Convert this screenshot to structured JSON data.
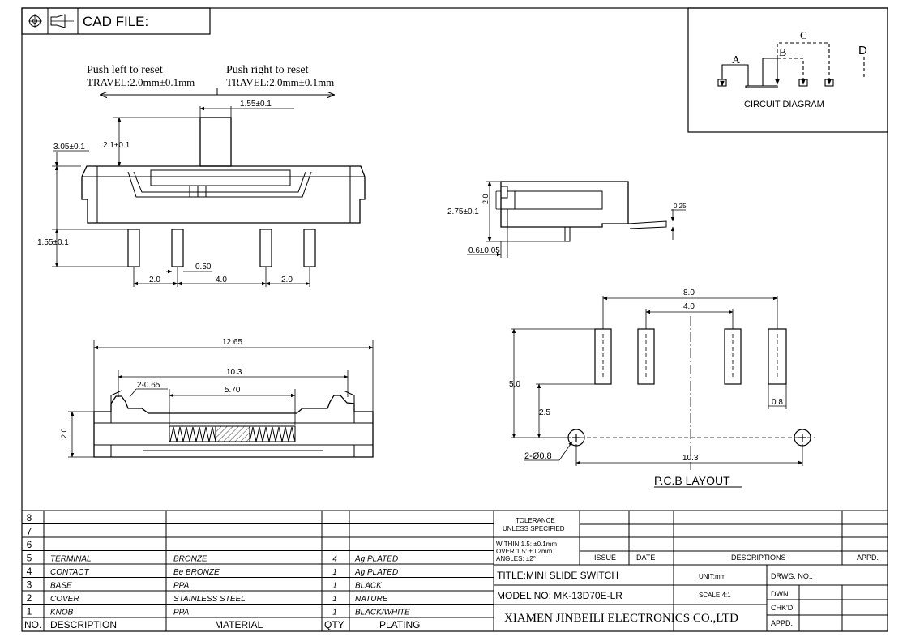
{
  "header": {
    "cad_file_label": "CAD  FILE:"
  },
  "front_view": {
    "push_left": "Push left to reset",
    "push_right": "Push right to reset",
    "travel_left": "TRAVEL:2.0mm±0.1mm",
    "travel_right": "TRAVEL:2.0mm±0.1mm",
    "dim_knob_width": "1.55±0.1",
    "dim_knob_height": "2.1±0.1",
    "dim_body_height": "3.05±0.1",
    "dim_pin_length": "1.55±0.1",
    "dim_pin_width": "0.50",
    "dim_pitch_left": "2.0",
    "dim_pitch_mid": "4.0",
    "dim_pitch_right": "2.0"
  },
  "side_view": {
    "dim_total_height": "2.75±0.1",
    "dim_body": "2.0",
    "dim_thickness": "0.25",
    "dim_offset": "0.6±0.05"
  },
  "top_view": {
    "dim_overall": "12.65",
    "dim_inner": "10.3",
    "dim_slot": "2-0.65",
    "dim_window": "5.70",
    "dim_height": "2.0"
  },
  "circuit": {
    "title": "CIRCUIT DIAGRAM",
    "label_a": "A",
    "label_b": "B",
    "label_c": "C",
    "label_d": "D"
  },
  "pcb": {
    "title": "P.C.B LAYOUT",
    "dim_outer": "8.0",
    "dim_inner": "4.0",
    "dim_height": "5.0",
    "dim_offset": "2.5",
    "dim_pad": "0.8",
    "dim_hole_span": "10.3",
    "dim_holes": "2-Ø0.8"
  },
  "bom": {
    "col_no": "NO.",
    "col_description": "DESCRIPTION",
    "col_material": "MATERIAL",
    "col_qty": "QTY",
    "col_plating": "PLATING",
    "rows": [
      {
        "no": "8",
        "description": "",
        "material": "",
        "qty": "",
        "plating": ""
      },
      {
        "no": "7",
        "description": "",
        "material": "",
        "qty": "",
        "plating": ""
      },
      {
        "no": "6",
        "description": "",
        "material": "",
        "qty": "",
        "plating": ""
      },
      {
        "no": "5",
        "description": "TERMINAL",
        "material": "BRONZE",
        "qty": "4",
        "plating": "Ag PLATED"
      },
      {
        "no": "4",
        "description": "CONTACT",
        "material": "Be BRONZE",
        "qty": "1",
        "plating": "Ag PLATED"
      },
      {
        "no": "3",
        "description": "BASE",
        "material": "PPA",
        "qty": "1",
        "plating": "BLACK"
      },
      {
        "no": "2",
        "description": "COVER",
        "material": "STAINLESS STEEL",
        "qty": "1",
        "plating": "NATURE"
      },
      {
        "no": "1",
        "description": "KNOB",
        "material": "PPA",
        "qty": "1",
        "plating": "BLACK/WHITE"
      }
    ]
  },
  "title_block": {
    "tolerance_1": "TOLERANCE",
    "tolerance_2": "UNLESS SPECIFIED",
    "within": "WITHIN 1.5: ±0.1mm",
    "over": "OVER 1.5:  ±0.2mm",
    "angles": "ANGLES: ±2°",
    "issue": "ISSUE",
    "date": "DATE",
    "descriptions": "DESCRIPTIONS",
    "appd": "APPD.",
    "title": "TITLE:MINI SLIDE SWITCH",
    "unit": "UNIT:mm",
    "drwg_no": "DRWG. NO.:",
    "model": "MODEL NO: MK-13D70E-LR",
    "scale": "SCALE:4:1",
    "dwn": "DWN",
    "chkd": "CHK'D",
    "appd2": "APPD.",
    "company": "XIAMEN JINBEILI ELECTRONICS CO.,LTD"
  }
}
